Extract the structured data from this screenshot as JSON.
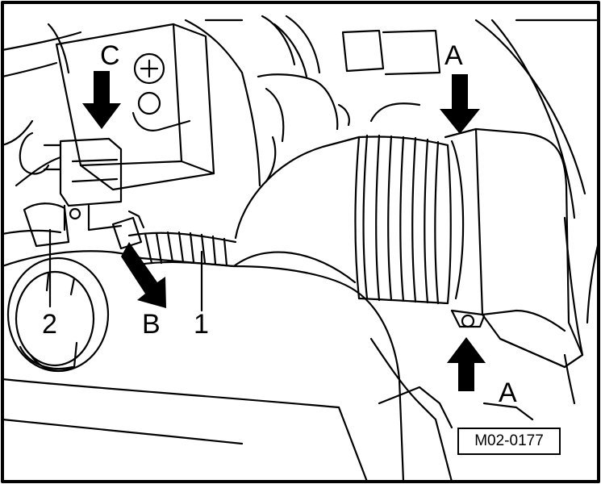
{
  "figure": {
    "reference": "M02-0177",
    "callouts": {
      "a_top": "A",
      "a_bottom": "A",
      "b": "B",
      "c": "C",
      "item_1": "1",
      "item_2": "2"
    }
  },
  "colors": {
    "line": "#000000",
    "paper": "#ffffff"
  }
}
